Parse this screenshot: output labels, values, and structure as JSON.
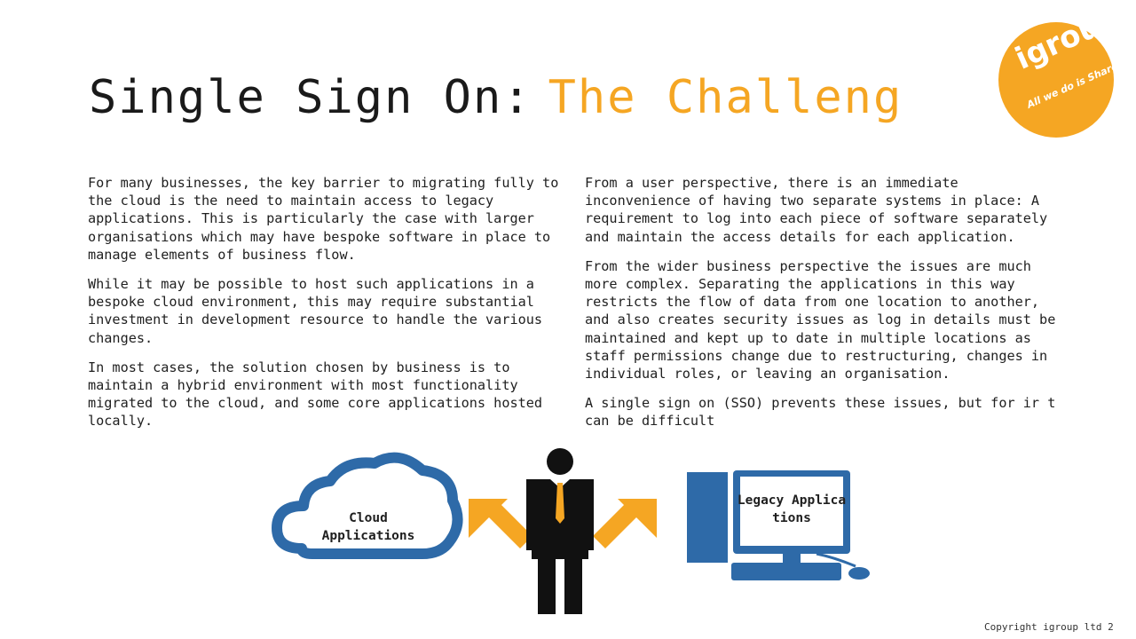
{
  "title": {
    "part1": "Single Sign On:",
    "part2": "The Challeng"
  },
  "logo": {
    "name": "igroup",
    "tagline": "All we do is SharePoint"
  },
  "left_column": [
    "For many businesses, the key barrier to migrating fully to the cloud is the need to maintain access to legacy applications.  This is particularly the case with larger organisations which may have bespoke software in place to manage elements of business flow.",
    "While it may be possible to host such applications in a bespoke cloud environment, this may require substantial investment in development resource to handle the various changes.",
    "In most cases, the solution chosen by business is to maintain a hybrid environment with most functionality migrated to the cloud, and some core applications hosted locally."
  ],
  "right_column": [
    "From a user perspective, there is an immediate inconvenience of having two separate systems in place:  A requirement to log into each piece of software separately and maintain the access details for each application.",
    "From the wider business perspective the issues are much more complex.  Separating the applications in this way restricts the flow of data from one location to another, and also creates security issues as log in details must be maintained and kept up to date in multiple locations as staff permissions change due to restructuring, changes in individual roles, or leaving an organisation.",
    "A single sign on (SSO) prevents these issues, but for ir                t can be difficult"
  ],
  "diagram": {
    "cloud_label": "Cloud Applications",
    "legacy_label": "Legacy Applications"
  },
  "colors": {
    "accent": "#f5a623",
    "blue": "#2e6aa8",
    "dark": "#1a1a1a"
  },
  "footer": {
    "copyright": "Copyright igroup ltd 2"
  }
}
